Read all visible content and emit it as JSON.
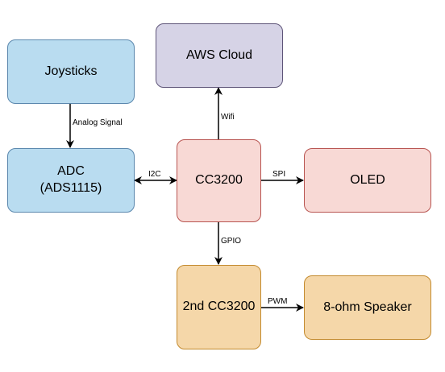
{
  "nodes": {
    "joysticks": "Joysticks",
    "adc": "ADC\n(ADS1115)",
    "aws_cloud": "AWS Cloud",
    "cc3200": "CC3200",
    "oled": "OLED",
    "cc3200_2nd": "2nd CC3200",
    "speaker": "8-ohm Speaker"
  },
  "edges": {
    "joysticks_adc": "Analog Signal",
    "adc_cc3200": "I2C",
    "cc3200_aws": "Wifi",
    "cc3200_oled": "SPI",
    "cc3200_2nd": "GPIO",
    "cc3200_2nd_speaker": "PWM"
  },
  "colors": {
    "blue_fill": "#b9dcf0",
    "purple_fill": "#d6d3e6",
    "red_fill": "#f8d9d5",
    "orange_fill": "#f5d7a9"
  }
}
